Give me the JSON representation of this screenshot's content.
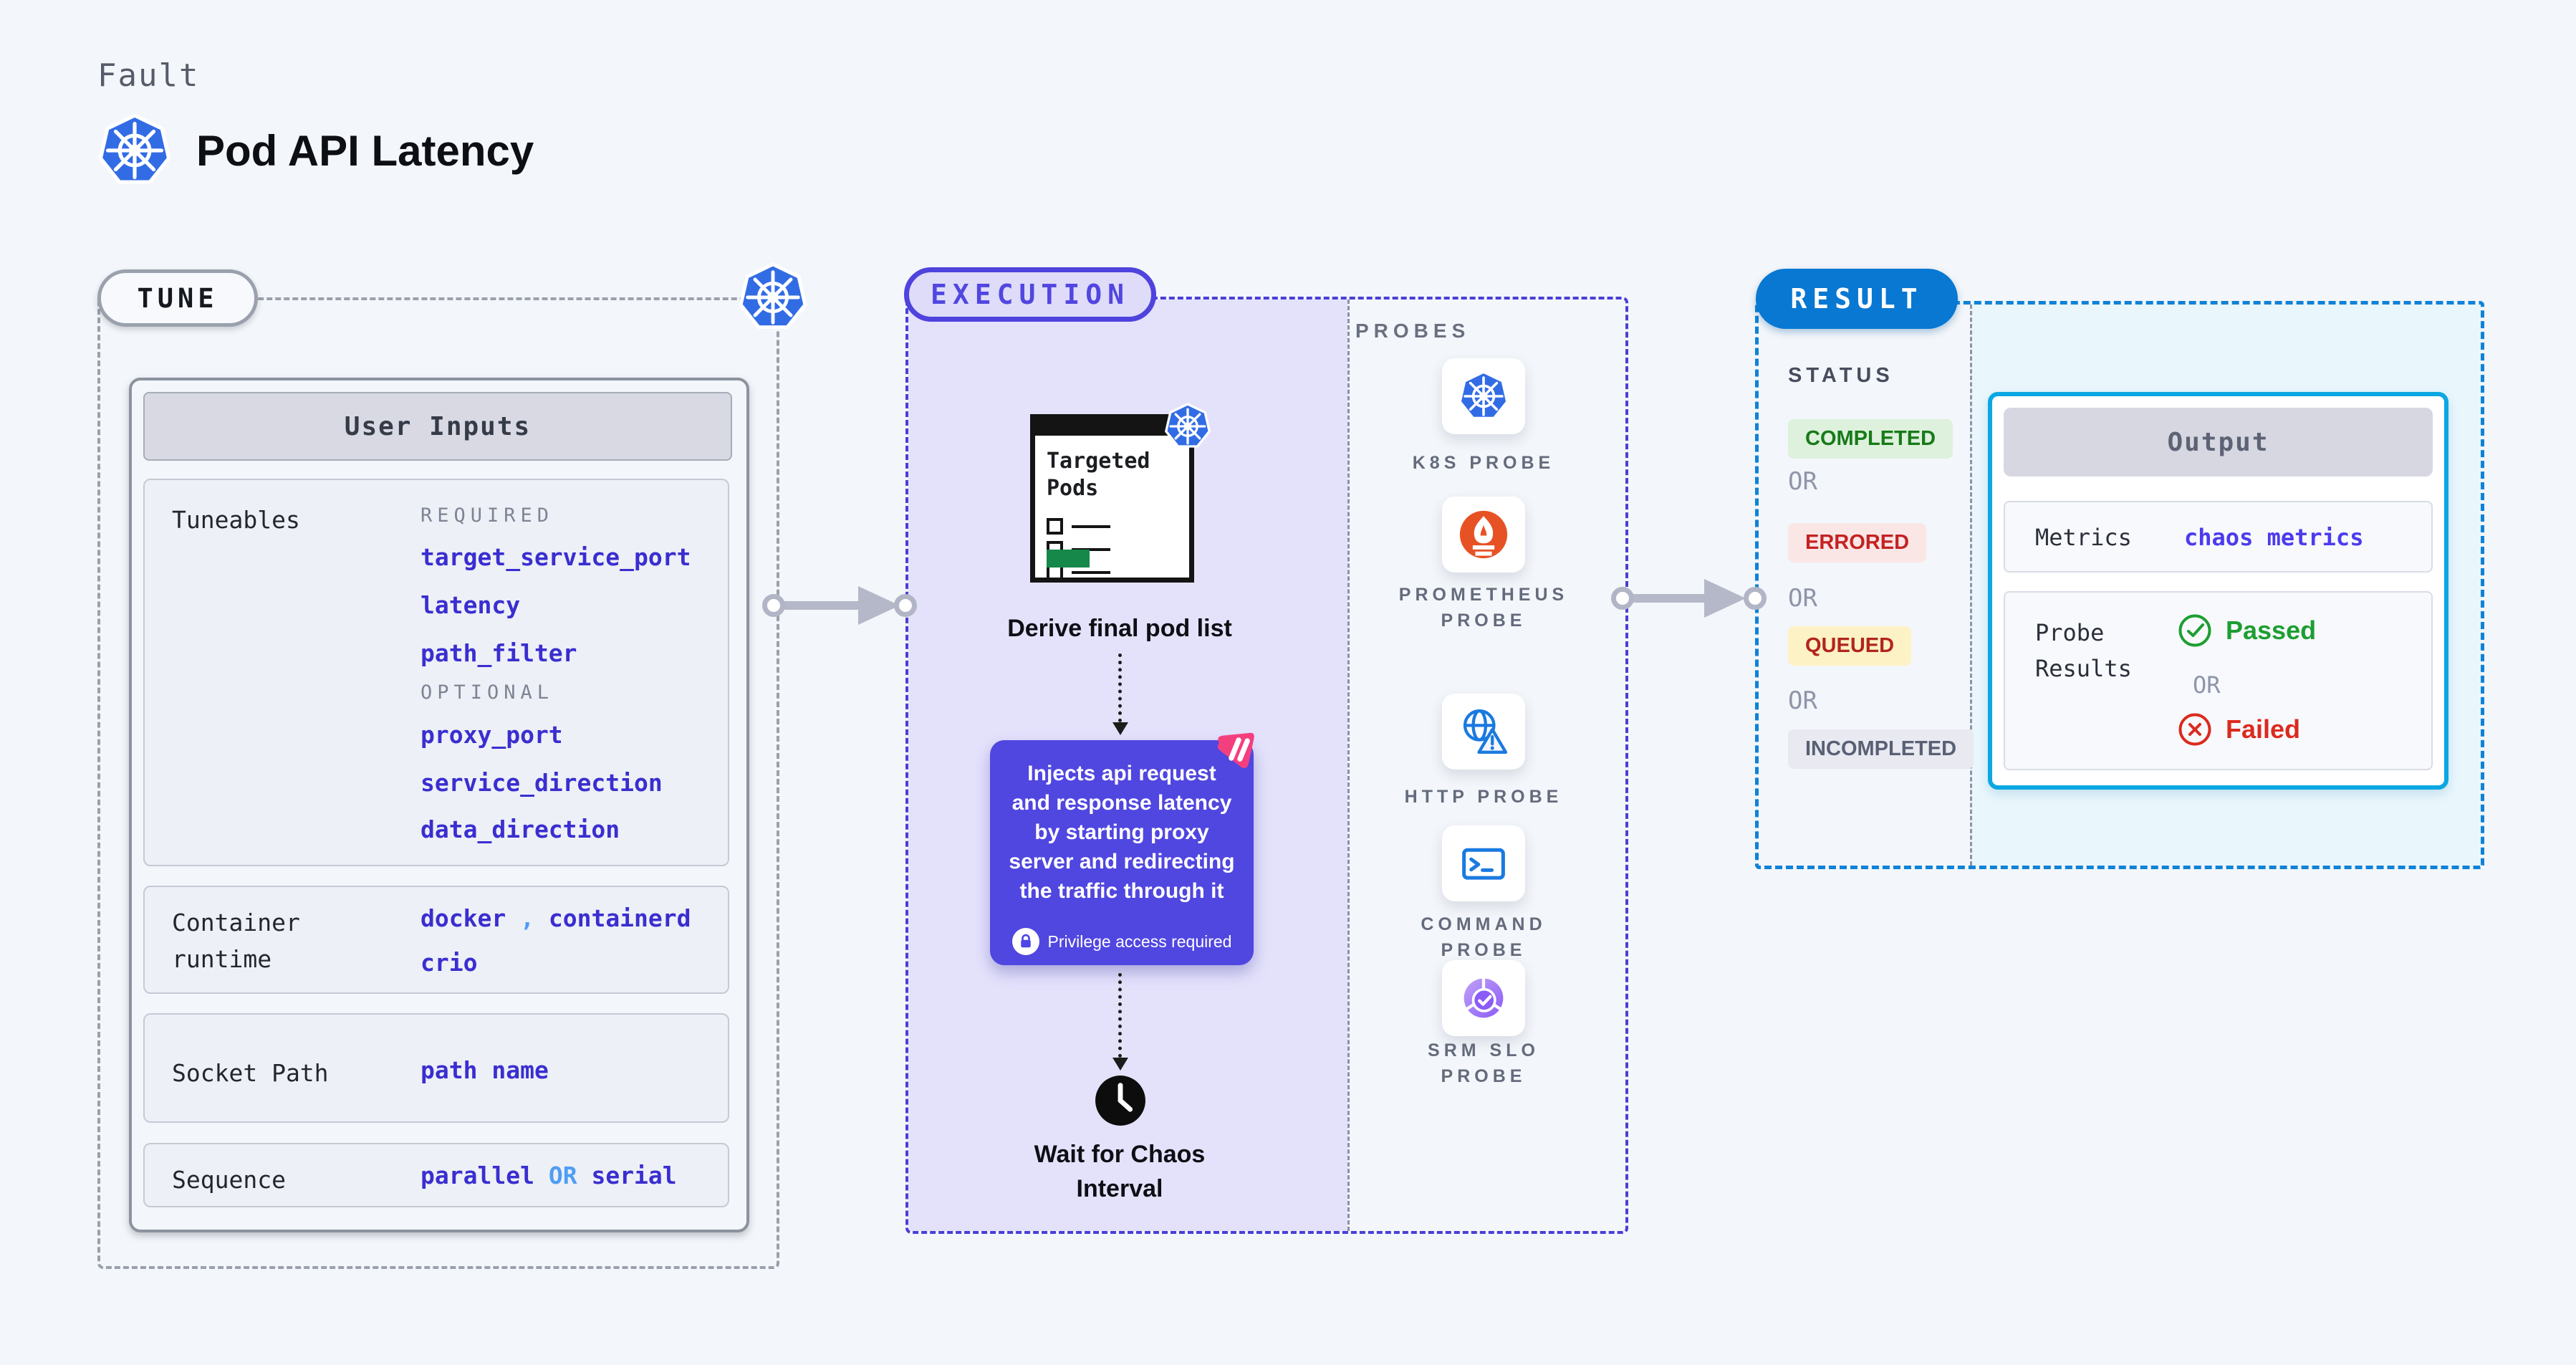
{
  "header": {
    "eyebrow": "Fault",
    "title": "Pod API Latency"
  },
  "tune": {
    "pill": "TUNE",
    "user_inputs_title": "User Inputs",
    "tuneables": {
      "label": "Tuneables",
      "required_label": "REQUIRED",
      "required": [
        "target_service_port",
        "latency",
        "path_filter"
      ],
      "optional_label": "OPTIONAL",
      "optional": [
        "proxy_port",
        "service_direction",
        "data_direction"
      ]
    },
    "container_runtime": {
      "label": "Container runtime",
      "values": [
        "docker",
        "containerd",
        "crio"
      ],
      "comma": ","
    },
    "socket_path": {
      "label": "Socket Path",
      "value": "path name"
    },
    "sequence": {
      "label": "Sequence",
      "left": "parallel",
      "or": "OR",
      "right": "serial"
    }
  },
  "execution": {
    "pill": "EXECUTION",
    "doc_title": "Targeted Pods",
    "derive_label": "Derive final pod list",
    "inject_text": "Injects api request and response latency by starting proxy server and redirecting the traffic through it",
    "privilege_note": "Privilege access required",
    "wait_label": "Wait for Chaos Interval"
  },
  "probes": {
    "label": "PROBES",
    "items": [
      {
        "name": "K8S PROBE",
        "icon": "kubernetes-icon"
      },
      {
        "name": "PROMETHEUS PROBE",
        "icon": "prometheus-icon"
      },
      {
        "name": "HTTP PROBE",
        "icon": "http-globe-warning-icon"
      },
      {
        "name": "COMMAND PROBE",
        "icon": "terminal-icon"
      },
      {
        "name": "SRM SLO PROBE",
        "icon": "slo-donut-check-icon"
      }
    ]
  },
  "result": {
    "pill": "RESULT",
    "status_label": "STATUS",
    "or_label": "OR",
    "statuses": [
      {
        "label": "COMPLETED",
        "type": "completed"
      },
      {
        "label": "ERRORED",
        "type": "errored"
      },
      {
        "label": "QUEUED",
        "type": "queued"
      },
      {
        "label": "INCOMPLETED",
        "type": "incompleted"
      }
    ],
    "output": {
      "title": "Output",
      "metrics_label": "Metrics",
      "metrics_value": "chaos metrics",
      "probe_results_label": "Probe Results",
      "passed_label": "Passed",
      "or_label": "OR",
      "failed_label": "Failed"
    }
  },
  "colors": {
    "kubernetes_blue": "#326ce5",
    "indigo_accent": "#4f46e5",
    "tune_value_indigo": "#3a2ed0",
    "link_light_blue": "#4f9df5",
    "result_blue": "#0878d2",
    "output_cyan_border": "#0ba7e2",
    "success_green": "#1d9e31",
    "error_red": "#dc2a1e",
    "queued_yellow_bg": "#fdf2c6",
    "prometheus_orange": "#e75225",
    "litmus_pink": "#f43f7f",
    "doc_green": "#15884a"
  }
}
